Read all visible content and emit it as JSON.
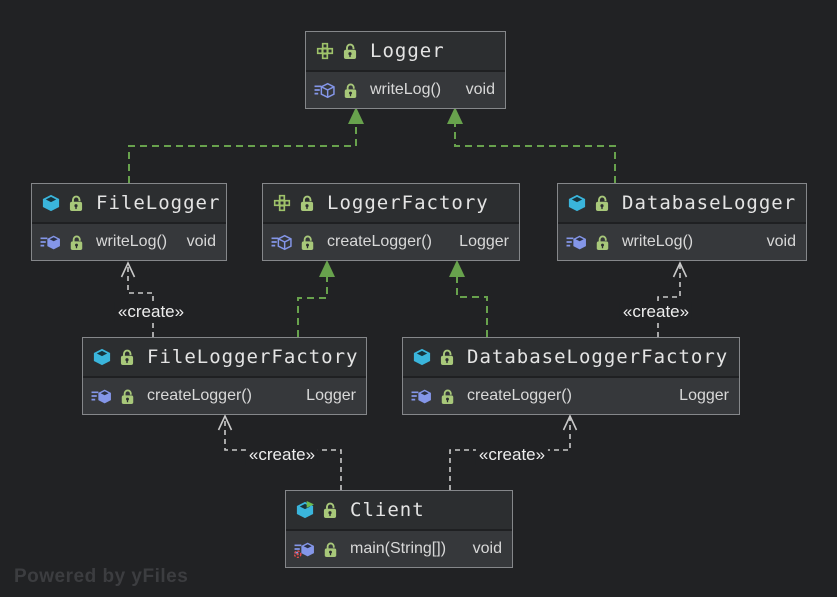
{
  "watermark": "Powered by yFiles",
  "classes": {
    "logger": {
      "name": "Logger",
      "kind": "interface",
      "locked": false,
      "methods": [
        {
          "name": "writeLog()",
          "type": "void"
        }
      ]
    },
    "fileLogger": {
      "name": "FileLogger",
      "kind": "class",
      "locked": false,
      "methods": [
        {
          "name": "writeLog()",
          "type": "void"
        }
      ]
    },
    "loggerFactory": {
      "name": "LoggerFactory",
      "kind": "interface",
      "locked": false,
      "methods": [
        {
          "name": "createLogger()",
          "type": "Logger"
        }
      ]
    },
    "databaseLogger": {
      "name": "DatabaseLogger",
      "kind": "class",
      "locked": false,
      "methods": [
        {
          "name": "writeLog()",
          "type": "void"
        }
      ]
    },
    "fileLoggerFactory": {
      "name": "FileLoggerFactory",
      "kind": "class",
      "locked": false,
      "methods": [
        {
          "name": "createLogger()",
          "type": "Logger"
        }
      ]
    },
    "databaseLoggerFactory": {
      "name": "DatabaseLoggerFactory",
      "kind": "class",
      "locked": false,
      "methods": [
        {
          "name": "createLogger()",
          "type": "Logger"
        }
      ]
    },
    "client": {
      "name": "Client",
      "kind": "class",
      "locked": false,
      "methods": [
        {
          "name": "main(String[])",
          "type": "void"
        }
      ]
    }
  },
  "edges": [
    {
      "from": "FileLogger",
      "to": "Logger",
      "type": "realization",
      "label": ""
    },
    {
      "from": "DatabaseLogger",
      "to": "Logger",
      "type": "realization",
      "label": ""
    },
    {
      "from": "FileLoggerFactory",
      "to": "LoggerFactory",
      "type": "realization",
      "label": ""
    },
    {
      "from": "DatabaseLoggerFactory",
      "to": "LoggerFactory",
      "type": "realization",
      "label": ""
    },
    {
      "from": "FileLoggerFactory",
      "to": "FileLogger",
      "type": "dependency",
      "label": "«create»"
    },
    {
      "from": "DatabaseLoggerFactory",
      "to": "DatabaseLogger",
      "type": "dependency",
      "label": "«create»"
    },
    {
      "from": "Client",
      "to": "FileLoggerFactory",
      "type": "dependency",
      "label": "«create»"
    },
    {
      "from": "Client",
      "to": "DatabaseLoggerFactory",
      "type": "dependency",
      "label": "«create»"
    }
  ],
  "colors": {
    "background": "#212224",
    "node_header": "#2c2e30",
    "node_row": "#36383b",
    "node_border": "#85878a",
    "realization_edge": "#68a24d",
    "dependency_edge": "#c9c9c9",
    "interface_icon": "#9fc36a",
    "class_icon": "#3ab5dc",
    "method_icon": "#8496e8",
    "lock_icon": "#a8c87a",
    "run_overlay": "#6dbb4f",
    "main_overlay": "#e24b4b"
  }
}
